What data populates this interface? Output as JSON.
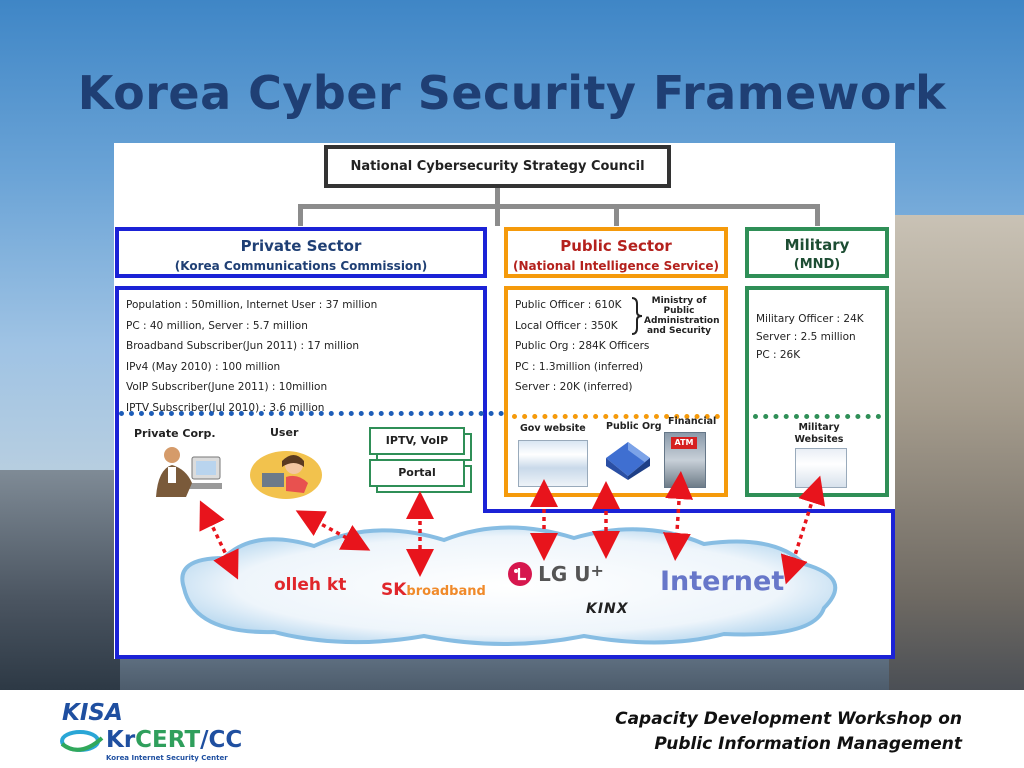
{
  "slide": {
    "title": "Korea Cyber Security Framework",
    "council": "National Cybersecurity Strategy Council"
  },
  "private_sector": {
    "title": "Private Sector",
    "subtitle": "(Korea Communications Commission)",
    "stats": [
      "Population : 50million, Internet User : 37 million",
      "PC : 40 million, Server : 5.7 million",
      "Broadband Subscriber(Jun 2011) : 17 million",
      "IPv4 (May 2010) : 100 million",
      "VoIP Subscriber(June 2011) : 10million",
      "IPTV Subscriber(Jul 2010) : 3.6 million"
    ],
    "private_corp": "Private Corp.",
    "user": "User",
    "iptv_voip": "IPTV, VoIP",
    "portal": "Portal"
  },
  "public_sector": {
    "title": "Public Sector",
    "subtitle": "(National Intelligence Service)",
    "stats": [
      "Public Officer : 610K",
      "Local Officer : 350K",
      "Public Org : 284K Officers",
      "PC : 1.3million (inferred)",
      "Server : 20K (inferred)"
    ],
    "ministry": "Ministry of Public Administration and Security",
    "gov_website": "Gov website",
    "public_org": "Public Org",
    "financial": "Financial",
    "atm": "ATM"
  },
  "military": {
    "title": "Military",
    "subtitle": "(MND)",
    "stats": [
      "Military Officer : 24K",
      "Server  :  2.5 million",
      "PC : 26K"
    ],
    "websites": "Military Websites"
  },
  "internet": {
    "label": "Internet",
    "isp_kt": "olleh kt",
    "isp_sk_brand": "SK",
    "isp_sk_word": "broadband",
    "isp_lg": "LG U",
    "isp_lg_sup": "+",
    "isp_kinx": "KINX"
  },
  "footer": {
    "kisa": "KISA",
    "krcert_kr": "Kr",
    "krcert_cert": "CERT",
    "krcert_cc": "/CC",
    "krcert_sub": "Korea Internet Security Center",
    "workshop_line1": "Capacity Development Workshop on",
    "workshop_line2": "Public Information Management"
  },
  "colors": {
    "private": "#1b22d6",
    "public": "#f59a0b",
    "military": "#2f8f57",
    "title": "#1f3f74",
    "arrow": "#e8141c"
  }
}
